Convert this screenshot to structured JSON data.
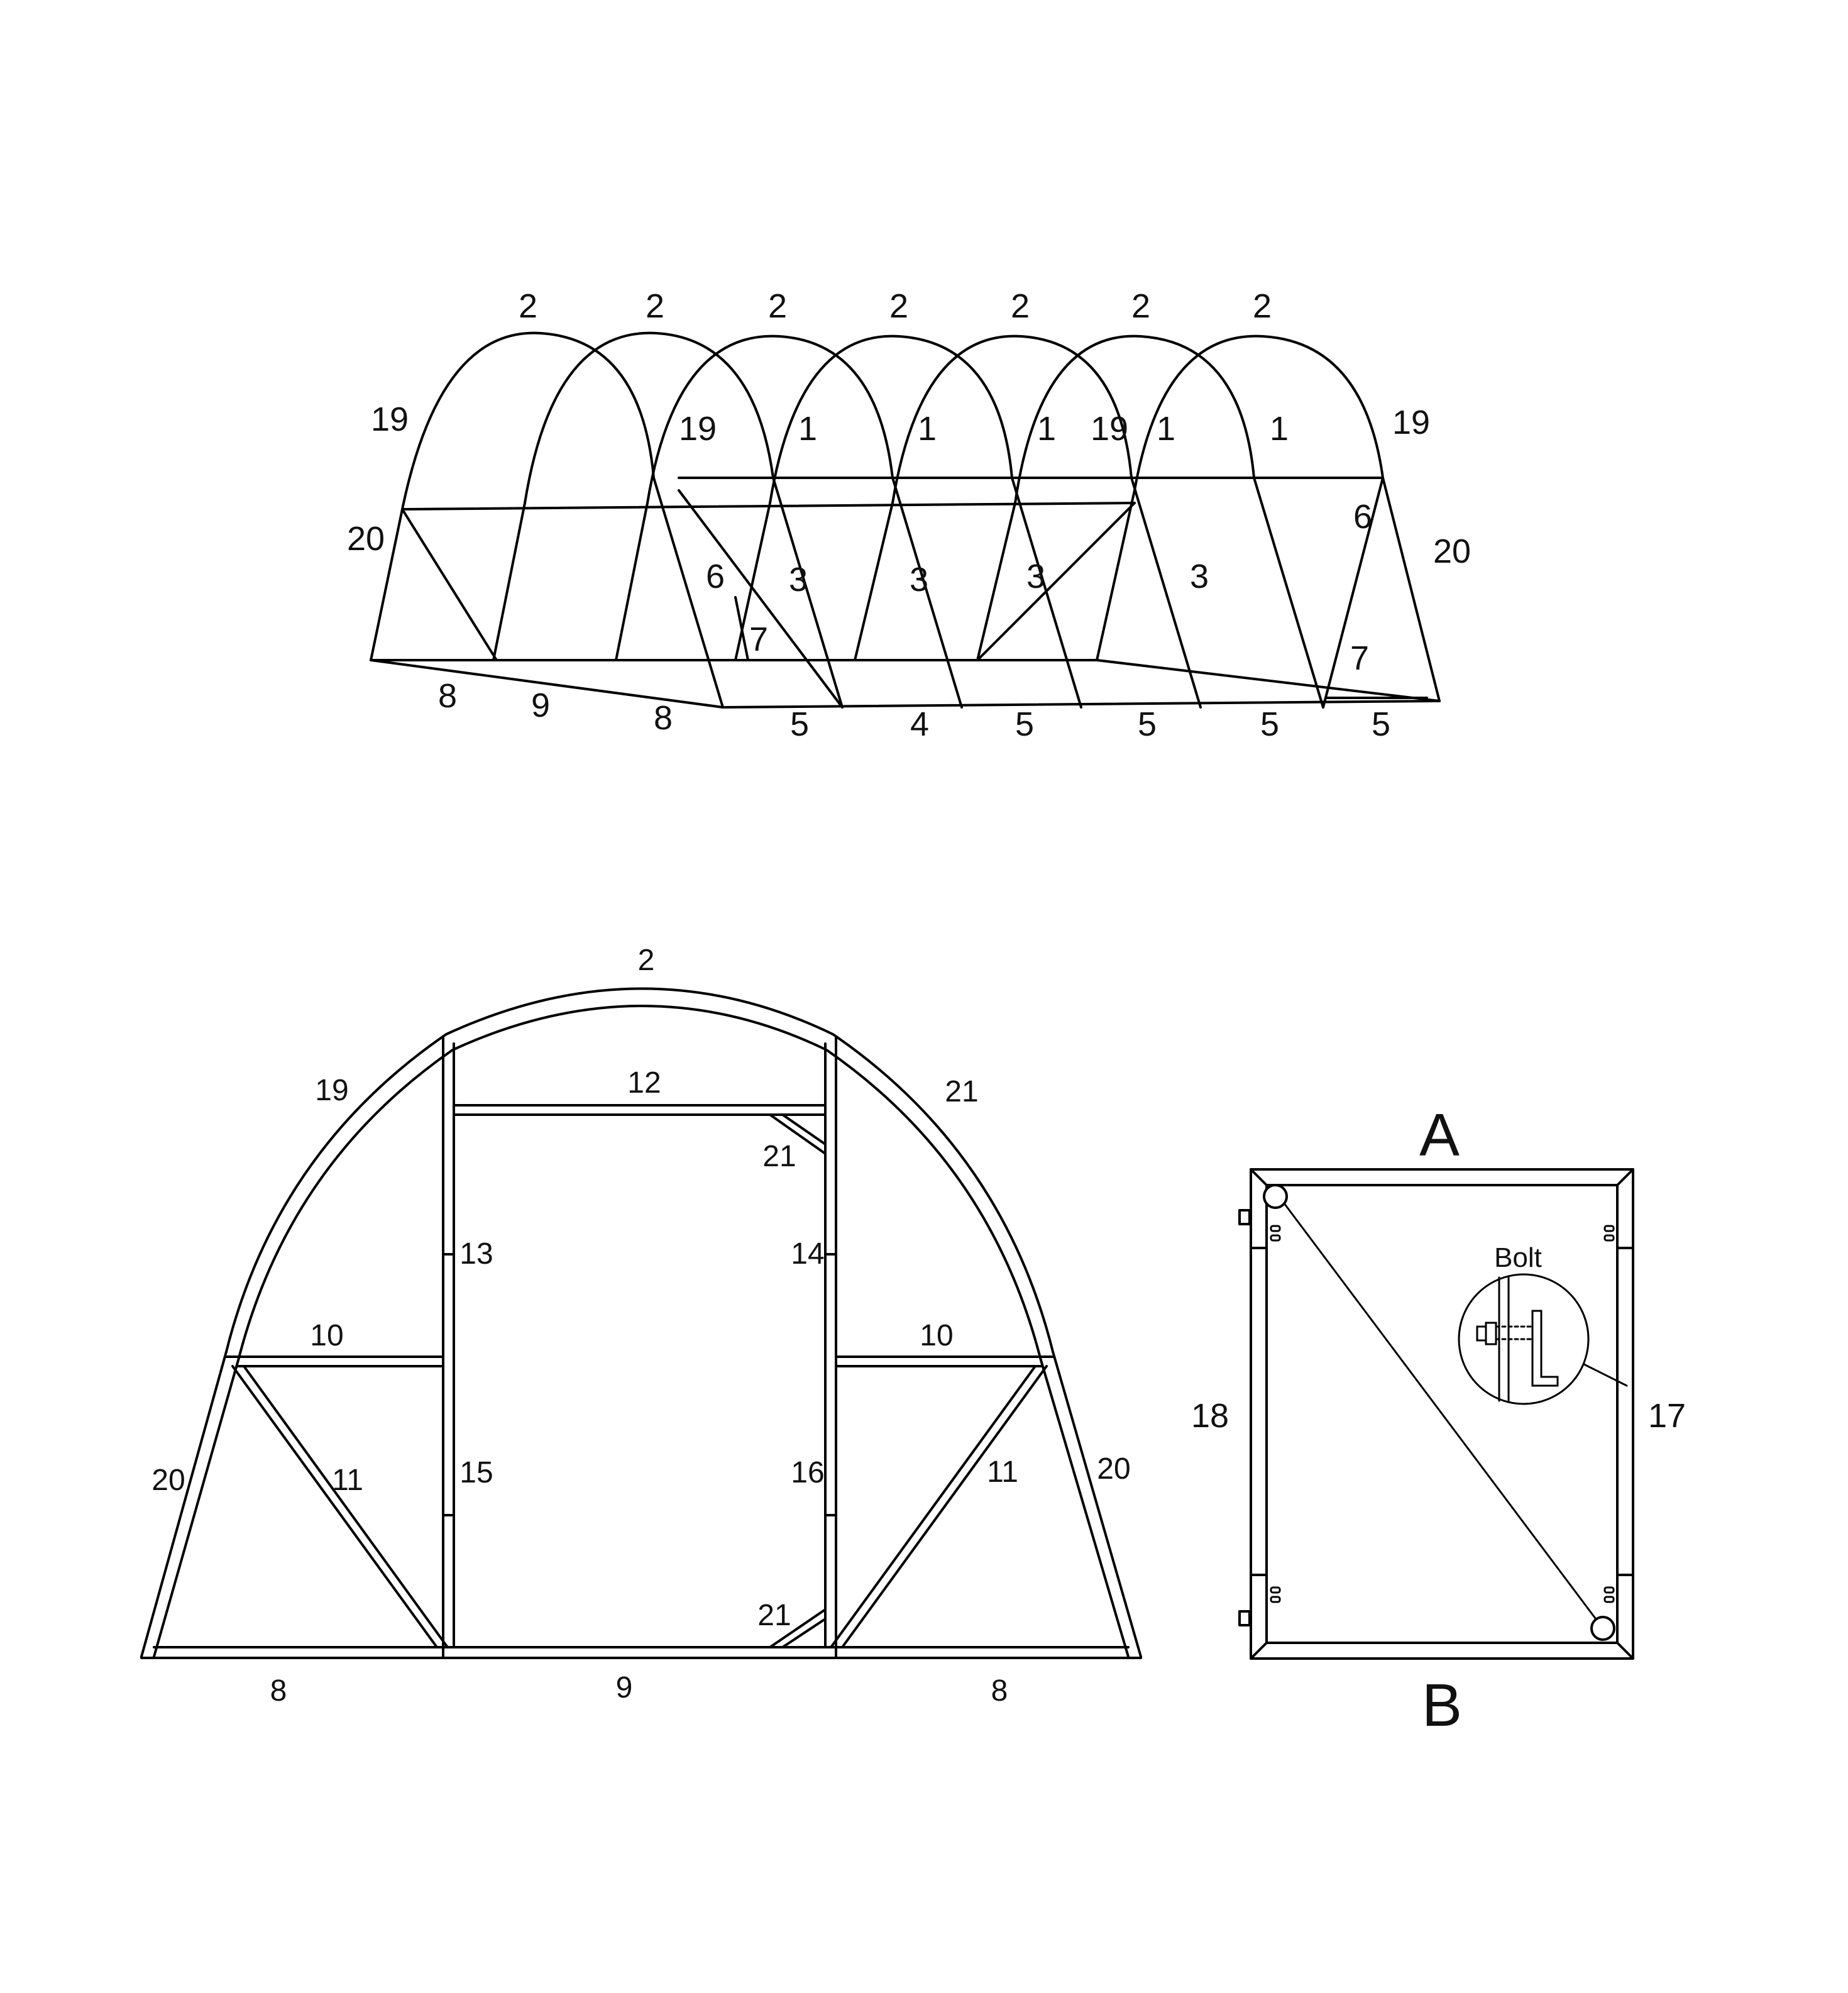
{
  "perspective_view": {
    "labels": [
      {
        "id": "p-top-1",
        "text": "2"
      },
      {
        "id": "p-top-2",
        "text": "2"
      },
      {
        "id": "p-top-3",
        "text": "2"
      },
      {
        "id": "p-top-4",
        "text": "2"
      },
      {
        "id": "p-top-5",
        "text": "2"
      },
      {
        "id": "p-top-6",
        "text": "2"
      },
      {
        "id": "p-top-7",
        "text": "2"
      },
      {
        "id": "p-19a",
        "text": "19"
      },
      {
        "id": "p-19b",
        "text": "19"
      },
      {
        "id": "p-19c",
        "text": "19"
      },
      {
        "id": "p-19d",
        "text": "19"
      },
      {
        "id": "p-1a",
        "text": "1"
      },
      {
        "id": "p-1b",
        "text": "1"
      },
      {
        "id": "p-1c",
        "text": "1"
      },
      {
        "id": "p-1d",
        "text": "1"
      },
      {
        "id": "p-1e",
        "text": "1"
      },
      {
        "id": "p-20a",
        "text": "20"
      },
      {
        "id": "p-20b",
        "text": "20"
      },
      {
        "id": "p-6a",
        "text": "6"
      },
      {
        "id": "p-6b",
        "text": "6"
      },
      {
        "id": "p-3a",
        "text": "3"
      },
      {
        "id": "p-3b",
        "text": "3"
      },
      {
        "id": "p-3c",
        "text": "3"
      },
      {
        "id": "p-3d",
        "text": "3"
      },
      {
        "id": "p-7a",
        "text": "7"
      },
      {
        "id": "p-7b",
        "text": "7"
      },
      {
        "id": "p-8a",
        "text": "8"
      },
      {
        "id": "p-9",
        "text": "9"
      },
      {
        "id": "p-8b",
        "text": "8"
      },
      {
        "id": "p-5a",
        "text": "5"
      },
      {
        "id": "p-4",
        "text": "4"
      },
      {
        "id": "p-5b",
        "text": "5"
      },
      {
        "id": "p-5c",
        "text": "5"
      },
      {
        "id": "p-5d",
        "text": "5"
      },
      {
        "id": "p-5e",
        "text": "5"
      }
    ]
  },
  "front_view": {
    "labels": [
      {
        "id": "f-2",
        "text": "2"
      },
      {
        "id": "f-19",
        "text": "19"
      },
      {
        "id": "f-21-top",
        "text": "21"
      },
      {
        "id": "f-12",
        "text": "12"
      },
      {
        "id": "f-21-brace-top",
        "text": "21"
      },
      {
        "id": "f-13",
        "text": "13"
      },
      {
        "id": "f-14",
        "text": "14"
      },
      {
        "id": "f-10-left",
        "text": "10"
      },
      {
        "id": "f-10-right",
        "text": "10"
      },
      {
        "id": "f-20-left",
        "text": "20"
      },
      {
        "id": "f-20-right",
        "text": "20"
      },
      {
        "id": "f-11-left",
        "text": "11"
      },
      {
        "id": "f-11-right",
        "text": "11"
      },
      {
        "id": "f-15",
        "text": "15"
      },
      {
        "id": "f-16",
        "text": "16"
      },
      {
        "id": "f-21-brace-bottom",
        "text": "21"
      },
      {
        "id": "f-8-left",
        "text": "8"
      },
      {
        "id": "f-9",
        "text": "9"
      },
      {
        "id": "f-8-right",
        "text": "8"
      }
    ]
  },
  "door_detail": {
    "label_top": "A",
    "label_bottom": "B",
    "label_left": "18",
    "label_right": "17",
    "bolt_label": "Bolt"
  }
}
